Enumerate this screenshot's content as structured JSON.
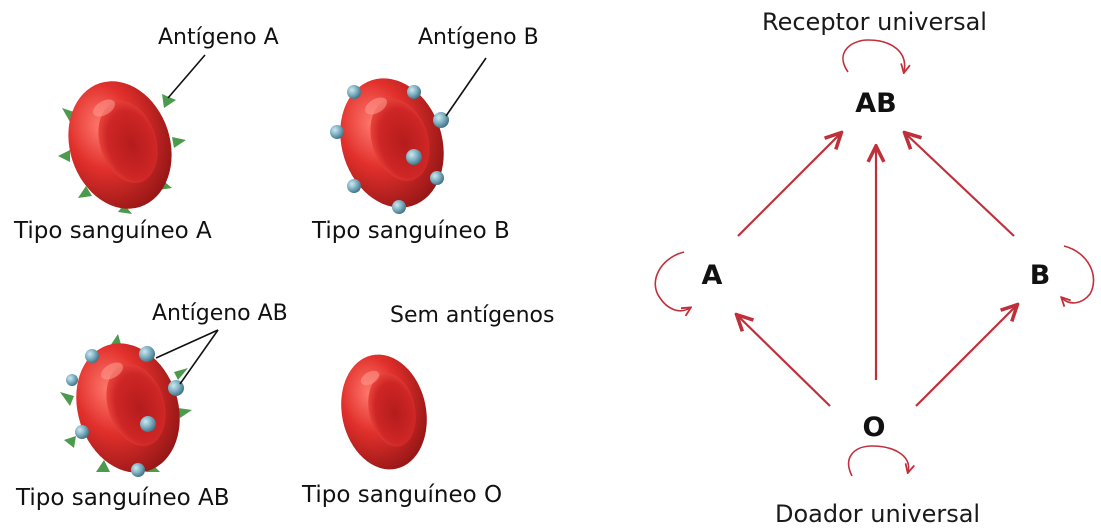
{
  "cells": {
    "a": {
      "antigen_label": "Antígeno A",
      "caption": "Tipo sanguíneo A"
    },
    "b": {
      "antigen_label": "Antígeno B",
      "caption": "Tipo sanguíneo B"
    },
    "ab": {
      "antigen_label": "Antígeno AB",
      "caption": "Tipo sanguíneo AB"
    },
    "o": {
      "antigen_label": "Sem antígenos",
      "caption": "Tipo sanguíneo O"
    }
  },
  "donation_diagram": {
    "receptor_label": "Receptor universal",
    "donor_label": "Doador universal",
    "nodes": {
      "ab": "AB",
      "a": "A",
      "b": "B",
      "o": "O"
    }
  },
  "colors": {
    "arrow": "#c0303a",
    "cell_red": "#d42a2a",
    "antigen_a": "#4c9a4c",
    "antigen_b": "#6fa8bd"
  },
  "icons": {
    "cell_a": "red-blood-cell-with-spikes-icon",
    "cell_b": "red-blood-cell-with-spheres-icon",
    "cell_ab": "red-blood-cell-with-spikes-and-spheres-icon",
    "cell_o": "red-blood-cell-plain-icon"
  }
}
